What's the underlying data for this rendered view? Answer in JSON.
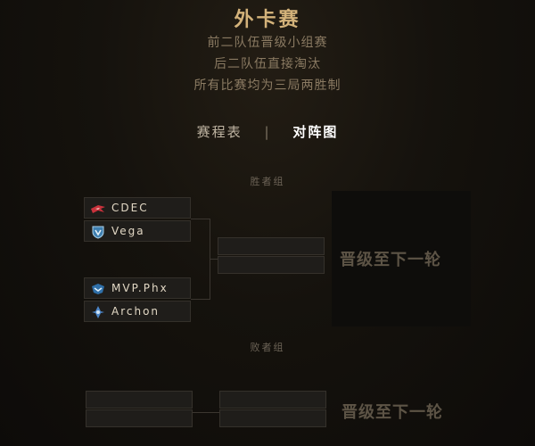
{
  "header": {
    "title": "外卡赛",
    "rules": [
      "前二队伍晋级小组赛",
      "后二队伍直接淘汰",
      "所有比赛均为三局两胜制"
    ]
  },
  "tabs": {
    "schedule": "赛程表",
    "separator": "|",
    "bracket": "对阵图"
  },
  "winners": {
    "label": "胜者组",
    "teams": [
      {
        "name": "CDEC",
        "icon": "cdec-logo-icon"
      },
      {
        "name": "Vega",
        "icon": "vega-logo-icon"
      },
      {
        "name": "MVP.Phx",
        "icon": "mvp-phx-logo-icon"
      },
      {
        "name": "Archon",
        "icon": "archon-logo-icon"
      }
    ],
    "advance_text": "晋级至下一轮"
  },
  "losers": {
    "label": "败者组",
    "advance_text": "晋级至下一轮"
  },
  "colors": {
    "title": "#d3b27a",
    "rule_text": "#8a7a62",
    "active_tab": "#ffffff",
    "slot_bg": "#1f1d1a",
    "advance_text": "#5d5446"
  }
}
